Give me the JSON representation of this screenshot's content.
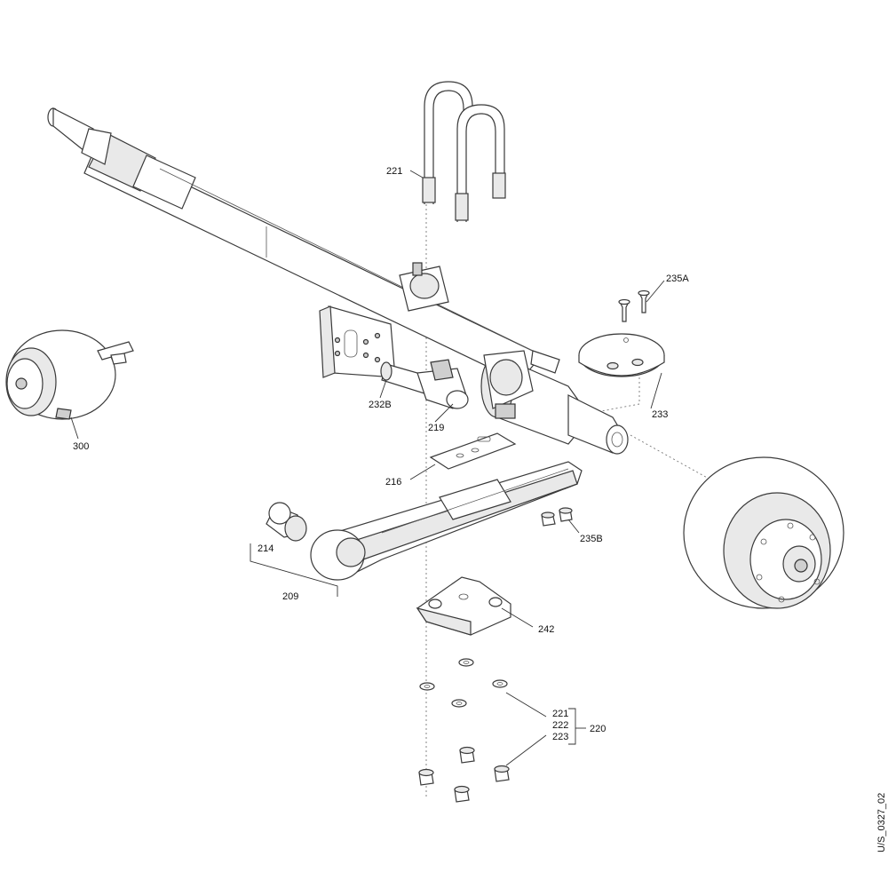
{
  "labels": {
    "l221_top": "221",
    "l235A": "235A",
    "l300": "300",
    "l232B": "232B",
    "l219": "219",
    "l233": "233",
    "l216": "216",
    "l235B": "235B",
    "l214": "214",
    "l209": "209",
    "l242": "242",
    "l221_list": "221",
    "l222_list": "222",
    "l223_list": "223",
    "l220": "220"
  },
  "drawing_code": "U/S_0327_02"
}
